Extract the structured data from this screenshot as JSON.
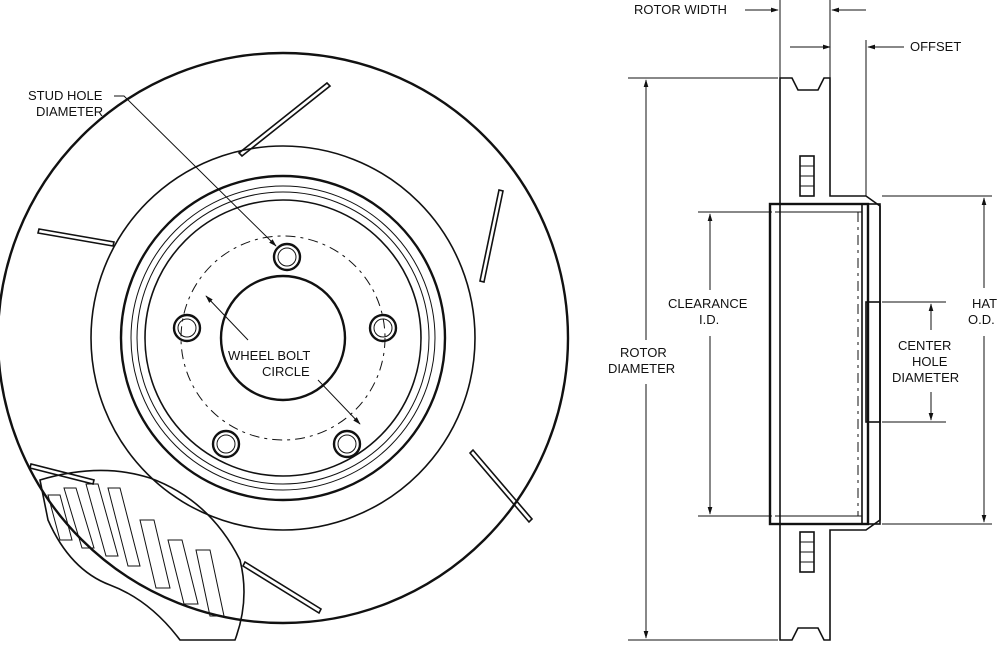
{
  "labels": {
    "stud_hole_line1": "STUD HOLE",
    "stud_hole_line2": "DIAMETER",
    "wheel_bolt_line1": "WHEEL BOLT",
    "wheel_bolt_line2": "CIRCLE",
    "rotor_width": "ROTOR WIDTH",
    "offset": "OFFSET",
    "clearance_line1": "CLEARANCE",
    "clearance_line2": "I.D.",
    "rotor_dia_line1": "ROTOR",
    "rotor_dia_line2": "DIAMETER",
    "hat_od_line1": "HAT",
    "hat_od_line2": "O.D.",
    "center_hole_line1": "CENTER",
    "center_hole_line2": "HOLE",
    "center_hole_line3": "DIAMETER"
  },
  "colors": {
    "ink": "#111111",
    "background": "#ffffff"
  }
}
